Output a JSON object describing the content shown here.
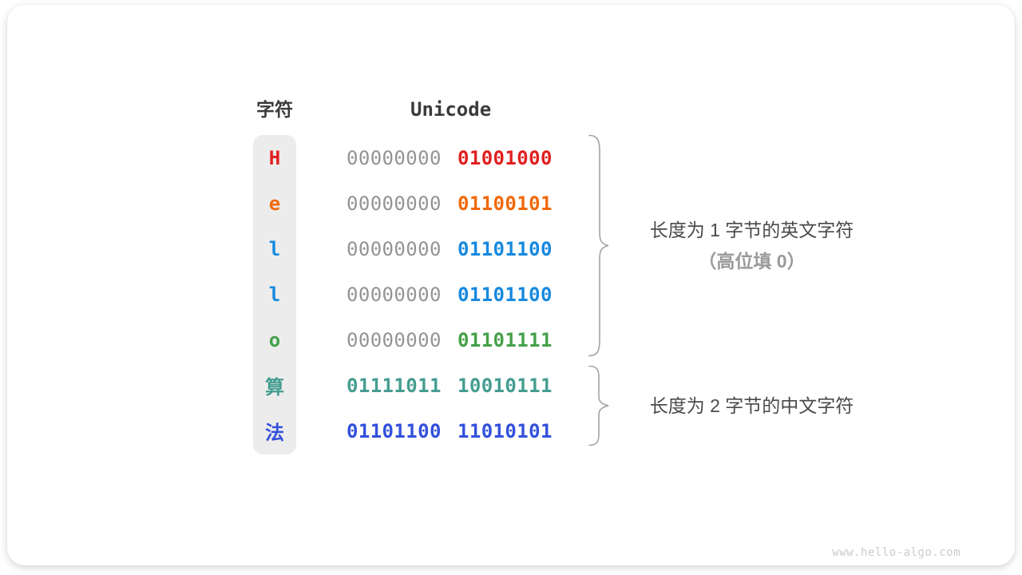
{
  "table": {
    "headers": {
      "char": "字符",
      "unicode": "Unicode"
    },
    "rows": [
      {
        "char": "H",
        "byte1": "00000000",
        "byte2": "01001000",
        "color": "#e02020",
        "byte1_colored": false
      },
      {
        "char": "e",
        "byte1": "00000000",
        "byte2": "01100101",
        "color": "#f0690a",
        "byte1_colored": false
      },
      {
        "char": "l",
        "byte1": "00000000",
        "byte2": "01101100",
        "color": "#1789de",
        "byte1_colored": false
      },
      {
        "char": "l",
        "byte1": "00000000",
        "byte2": "01101100",
        "color": "#1789de",
        "byte1_colored": false
      },
      {
        "char": "o",
        "byte1": "00000000",
        "byte2": "01101111",
        "color": "#45a049",
        "byte1_colored": false
      },
      {
        "char": "算",
        "byte1": "01111011",
        "byte2": "10010111",
        "color": "#449d90",
        "byte1_colored": true
      },
      {
        "char": "法",
        "byte1": "01101100",
        "byte2": "11010101",
        "color": "#3350dc",
        "byte1_colored": true
      }
    ]
  },
  "annotations": {
    "group1_line1": "长度为 1 字节的英文字符",
    "group1_line2": "（高位填 0）",
    "group2": "长度为 2 字节的中文字符"
  },
  "watermark": "www.hello-algo.com",
  "colors": {
    "text_dark": "#3b3b3b",
    "bits_gray": "#949494",
    "column_bg": "#ececec",
    "annotation_dark": "#4a4a4a",
    "annotation_gray": "#9a9a9a",
    "brace": "#a3a3a3"
  }
}
